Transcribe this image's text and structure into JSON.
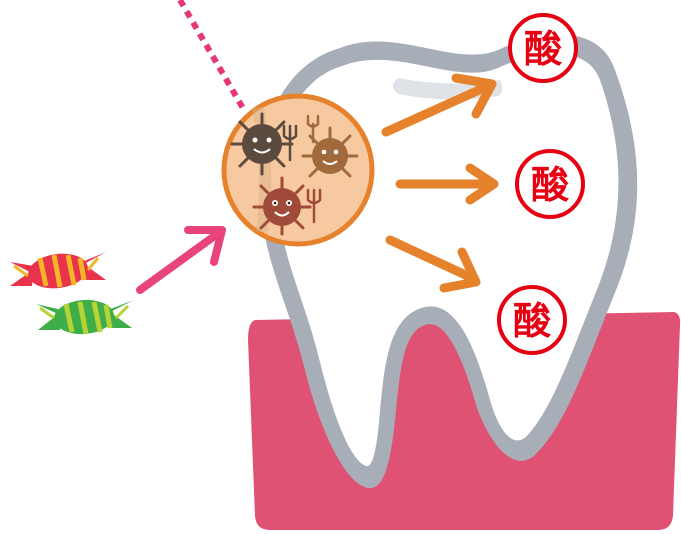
{
  "acid_labels": [
    "酸",
    "酸",
    "酸"
  ],
  "colors": {
    "gum": "#e05273",
    "gum_outline": "#c8c8cf",
    "tooth_fill": "#ffffff",
    "tooth_outline": "#a8aeb8",
    "tooth_highlight": "#dfe2e6",
    "bacteria_circle_fill": "#f7c9a0",
    "bacteria_circle_stroke": "#e6812c",
    "arrow_orange": "#e6812c",
    "arrow_pink": "#e8437a",
    "dotted_line": "#e6367a",
    "acid_red": "#e60012",
    "candy_red": "#e8334a",
    "candy_yellow": "#f5b526",
    "candy_green": "#3fae49",
    "candy_lime": "#b6d436",
    "germ_dark": "#5b4a3e",
    "germ_brown": "#a06a3c",
    "germ_red": "#a04a3a"
  },
  "icons": {
    "candy_top": "wrapped-candy-icon",
    "candy_bottom": "wrapped-candy-icon",
    "germs": [
      "germ-icon",
      "germ-icon",
      "germ-icon"
    ]
  }
}
